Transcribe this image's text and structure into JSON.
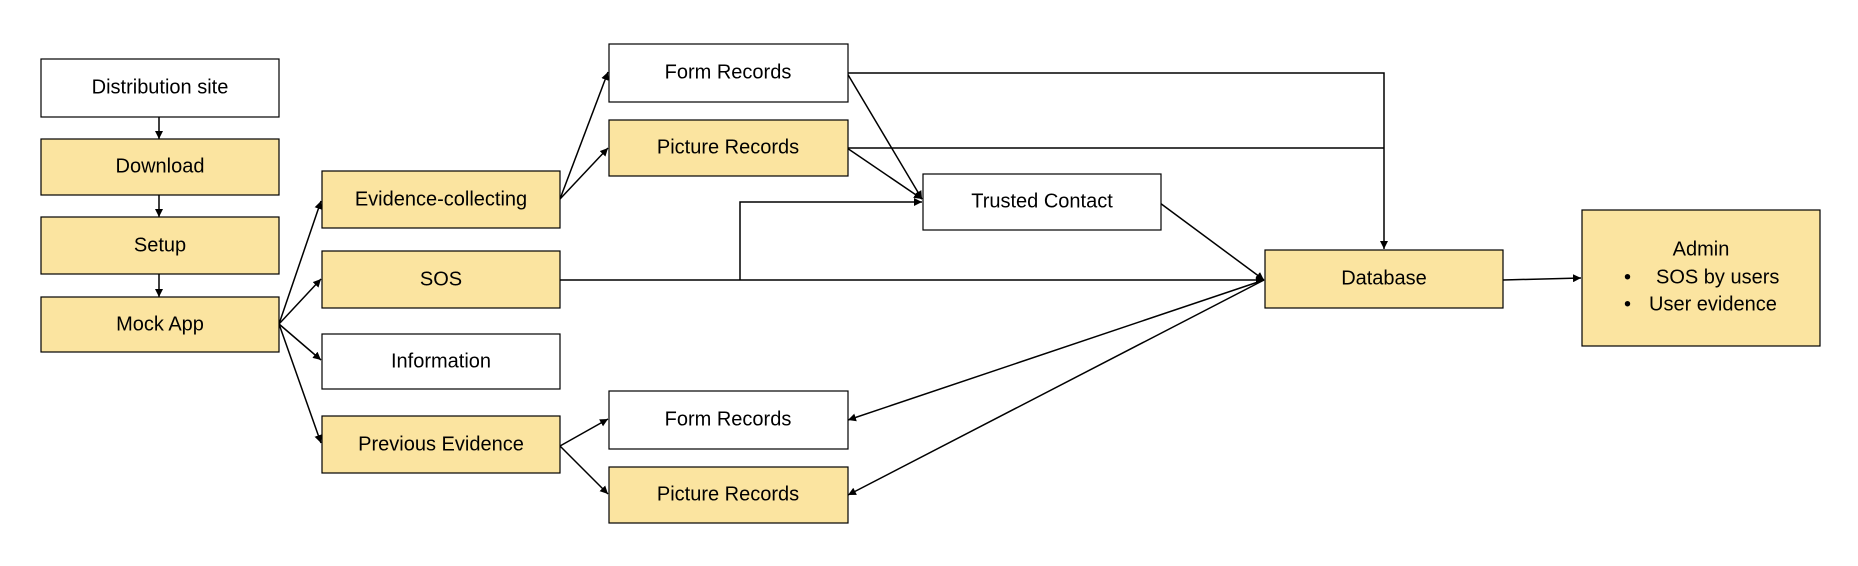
{
  "colors": {
    "filled": "#FBE4A0",
    "plain": "#FFFFFF",
    "stroke": "#000000"
  },
  "nodes": {
    "distribution_site": "Distribution site",
    "download": "Download",
    "setup": "Setup",
    "mock_app": "Mock App",
    "evidence_collecting": "Evidence-collecting",
    "sos": "SOS",
    "information": "Information",
    "previous_evidence": "Previous Evidence",
    "form_records_top": "Form Records",
    "picture_records_top": "Picture Records",
    "trusted_contact": "Trusted Contact",
    "database": "Database",
    "form_records_bottom": "Form Records",
    "picture_records_bottom": "Picture Records",
    "admin": {
      "title": "Admin",
      "items": [
        "SOS by users",
        "User evidence"
      ]
    }
  }
}
